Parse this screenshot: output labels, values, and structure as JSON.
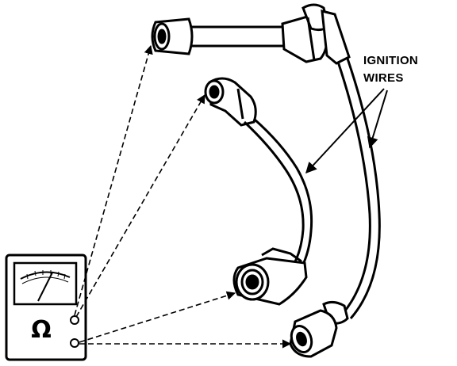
{
  "callout": {
    "line1": "IGNITION",
    "line2": "WIRES"
  },
  "meter": {
    "symbol": "Ω"
  },
  "colors": {
    "ink": "#000000",
    "paper": "#ffffff"
  },
  "icons": [
    "ohmmeter-icon",
    "spark-plug-boot-icon",
    "distributor-cap-terminal-icon"
  ]
}
